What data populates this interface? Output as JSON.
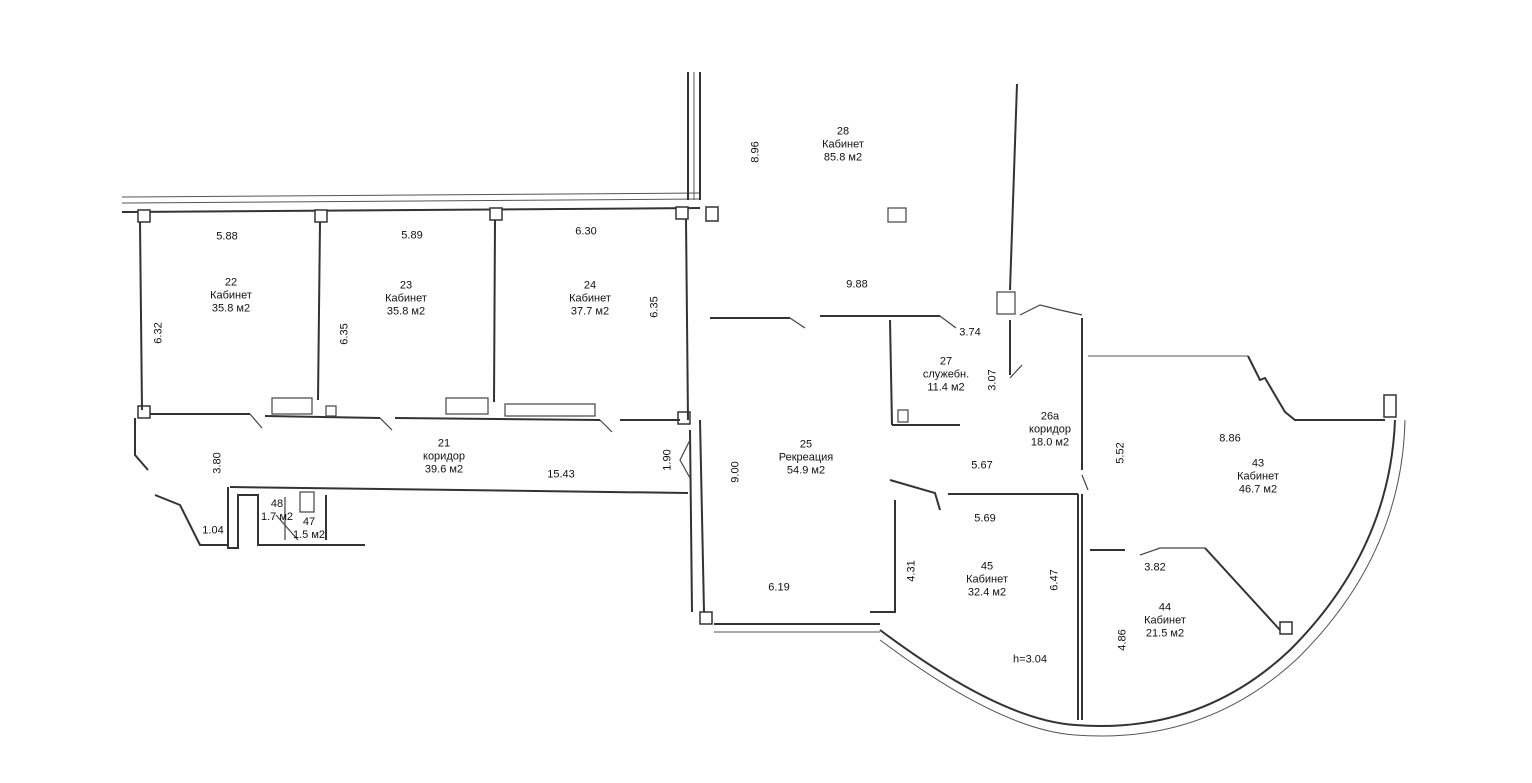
{
  "rooms": [
    {
      "id": "r22",
      "number": "22",
      "name": "Кабинет",
      "area": "35.8 м2"
    },
    {
      "id": "r23",
      "number": "23",
      "name": "Кабинет",
      "area": "35.8 м2"
    },
    {
      "id": "r24",
      "number": "24",
      "name": "Кабинет",
      "area": "37.7 м2"
    },
    {
      "id": "r28",
      "number": "28",
      "name": "Кабинет",
      "area": "85.8 м2"
    },
    {
      "id": "r27",
      "number": "27",
      "name": "служебн.",
      "area": "11.4 м2"
    },
    {
      "id": "r26a",
      "number": "26а",
      "name": "коридор",
      "area": "18.0 м2"
    },
    {
      "id": "r21",
      "number": "21",
      "name": "коридор",
      "area": "39.6 м2"
    },
    {
      "id": "r25",
      "number": "25",
      "name": "Рекреация",
      "area": "54.9 м2"
    },
    {
      "id": "r43",
      "number": "43",
      "name": "Кабинет",
      "area": "46.7 м2"
    },
    {
      "id": "r45",
      "number": "45",
      "name": "Кабинет",
      "area": "32.4 м2"
    },
    {
      "id": "r44",
      "number": "44",
      "name": "Кабинет",
      "area": "21.5 м2"
    },
    {
      "id": "r48",
      "number": "48",
      "name": "",
      "area": "1.7 м2"
    },
    {
      "id": "r47",
      "number": "47",
      "name": "",
      "area": "1.5 м2"
    }
  ],
  "dimensions": {
    "d588": "5.88",
    "d589": "5.89",
    "d630": "6.30",
    "d632": "6.32",
    "d635a": "6.35",
    "d635b": "6.35",
    "d896": "8.96",
    "d988": "9.88",
    "d374": "3.74",
    "d307": "3.07",
    "d380": "3.80",
    "d1543": "15.43",
    "d190": "1.90",
    "d900": "9.00",
    "d104": "1.04",
    "d567": "5.67",
    "d569": "5.69",
    "d552": "5.52",
    "d886": "8.86",
    "d431": "4.31",
    "d647": "6.47",
    "d619": "6.19",
    "d382": "3.82",
    "d486": "4.86"
  },
  "ceiling_height": "h=3.04"
}
